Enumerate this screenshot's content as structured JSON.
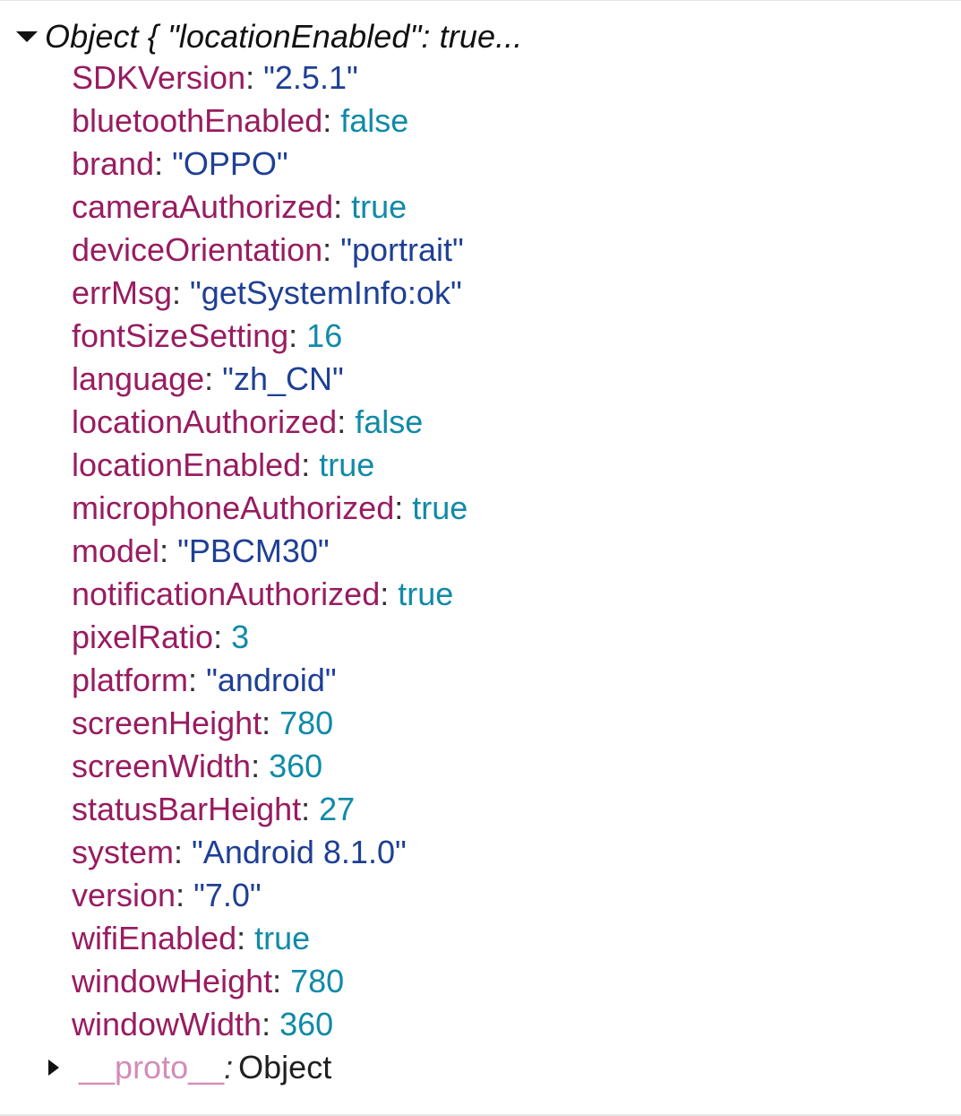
{
  "header": {
    "summary": "Object { \"locationEnabled\": true..."
  },
  "properties": [
    {
      "key": "SDKVersion",
      "value": "\"2.5.1\"",
      "type": "string"
    },
    {
      "key": "bluetoothEnabled",
      "value": "false",
      "type": "literal"
    },
    {
      "key": "brand",
      "value": "\"OPPO\"",
      "type": "string"
    },
    {
      "key": "cameraAuthorized",
      "value": "true",
      "type": "literal"
    },
    {
      "key": "deviceOrientation",
      "value": "\"portrait\"",
      "type": "string"
    },
    {
      "key": "errMsg",
      "value": "\"getSystemInfo:ok\"",
      "type": "string"
    },
    {
      "key": "fontSizeSetting",
      "value": "16",
      "type": "literal"
    },
    {
      "key": "language",
      "value": "\"zh_CN\"",
      "type": "string"
    },
    {
      "key": "locationAuthorized",
      "value": "false",
      "type": "literal"
    },
    {
      "key": "locationEnabled",
      "value": "true",
      "type": "literal"
    },
    {
      "key": "microphoneAuthorized",
      "value": "true",
      "type": "literal"
    },
    {
      "key": "model",
      "value": "\"PBCM30\"",
      "type": "string"
    },
    {
      "key": "notificationAuthorized",
      "value": "true",
      "type": "literal"
    },
    {
      "key": "pixelRatio",
      "value": "3",
      "type": "literal"
    },
    {
      "key": "platform",
      "value": "\"android\"",
      "type": "string"
    },
    {
      "key": "screenHeight",
      "value": "780",
      "type": "literal"
    },
    {
      "key": "screenWidth",
      "value": "360",
      "type": "literal"
    },
    {
      "key": "statusBarHeight",
      "value": "27",
      "type": "literal"
    },
    {
      "key": "system",
      "value": "\"Android 8.1.0\"",
      "type": "string"
    },
    {
      "key": "version",
      "value": "\"7.0\"",
      "type": "string"
    },
    {
      "key": "wifiEnabled",
      "value": "true",
      "type": "literal"
    },
    {
      "key": "windowHeight",
      "value": "780",
      "type": "literal"
    },
    {
      "key": "windowWidth",
      "value": "360",
      "type": "literal"
    }
  ],
  "proto": {
    "key": "__proto__",
    "colon": ":",
    "value": "Object"
  },
  "colors": {
    "key": "#981c60",
    "string_value": "#1e3f94",
    "literal_value": "#108aa8",
    "proto_key": "#d48cb6"
  },
  "icons": {
    "expand_toggle": "triangle-down-icon",
    "proto_toggle": "triangle-right-icon"
  }
}
